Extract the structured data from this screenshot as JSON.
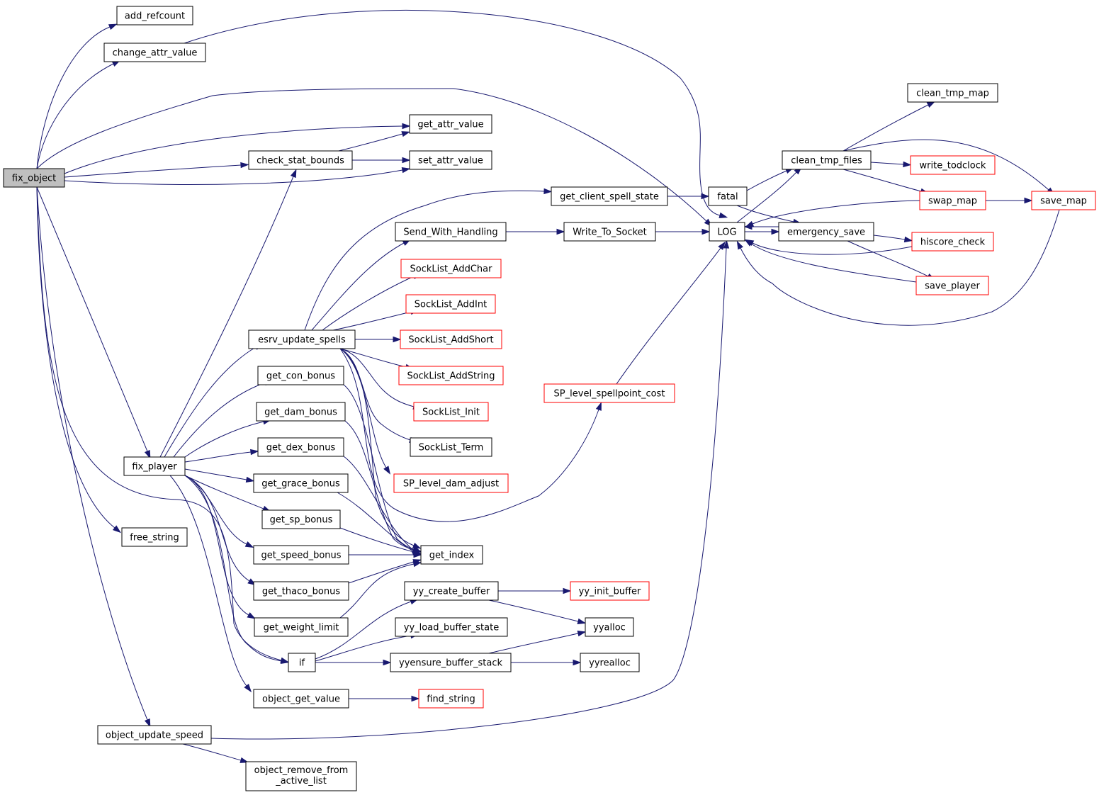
{
  "graph": {
    "nodes": [
      {
        "id": "fix_object",
        "label": "fix_object",
        "kind": "current"
      },
      {
        "id": "add_refcount",
        "label": "add_refcount",
        "kind": "normal"
      },
      {
        "id": "change_attr_value",
        "label": "change_attr_value",
        "kind": "normal"
      },
      {
        "id": "get_attr_value",
        "label": "get_attr_value",
        "kind": "normal"
      },
      {
        "id": "set_attr_value",
        "label": "set_attr_value",
        "kind": "normal"
      },
      {
        "id": "check_stat_bounds",
        "label": "check_stat_bounds",
        "kind": "normal"
      },
      {
        "id": "get_client_spell_state",
        "label": "get_client_spell_state",
        "kind": "normal"
      },
      {
        "id": "Send_With_Handling",
        "label": "Send_With_Handling",
        "kind": "normal"
      },
      {
        "id": "Write_To_Socket",
        "label": "Write_To_Socket",
        "kind": "normal"
      },
      {
        "id": "fatal",
        "label": "fatal",
        "kind": "normal"
      },
      {
        "id": "LOG",
        "label": "LOG",
        "kind": "normal"
      },
      {
        "id": "clean_tmp_map",
        "label": "clean_tmp_map",
        "kind": "normal"
      },
      {
        "id": "clean_tmp_files",
        "label": "clean_tmp_files",
        "kind": "normal"
      },
      {
        "id": "write_todclock",
        "label": "write_todclock",
        "kind": "truncated"
      },
      {
        "id": "swap_map",
        "label": "swap_map",
        "kind": "truncated"
      },
      {
        "id": "save_map",
        "label": "save_map",
        "kind": "truncated"
      },
      {
        "id": "emergency_save",
        "label": "emergency_save",
        "kind": "normal"
      },
      {
        "id": "hiscore_check",
        "label": "hiscore_check",
        "kind": "truncated"
      },
      {
        "id": "save_player",
        "label": "save_player",
        "kind": "truncated"
      },
      {
        "id": "SockList_AddChar",
        "label": "SockList_AddChar",
        "kind": "truncated"
      },
      {
        "id": "SockList_AddInt",
        "label": "SockList_AddInt",
        "kind": "truncated"
      },
      {
        "id": "esrv_update_spells",
        "label": "esrv_update_spells",
        "kind": "normal"
      },
      {
        "id": "SockList_AddShort",
        "label": "SockList_AddShort",
        "kind": "truncated"
      },
      {
        "id": "SockList_AddString",
        "label": "SockList_AddString",
        "kind": "truncated"
      },
      {
        "id": "get_con_bonus",
        "label": "get_con_bonus",
        "kind": "normal"
      },
      {
        "id": "SP_level_spellpoint_cost",
        "label": "SP_level_spellpoint_cost",
        "kind": "truncated"
      },
      {
        "id": "get_dam_bonus",
        "label": "get_dam_bonus",
        "kind": "normal"
      },
      {
        "id": "SockList_Init",
        "label": "SockList_Init",
        "kind": "truncated"
      },
      {
        "id": "get_dex_bonus",
        "label": "get_dex_bonus",
        "kind": "normal"
      },
      {
        "id": "SockList_Term",
        "label": "SockList_Term",
        "kind": "normal"
      },
      {
        "id": "fix_player",
        "label": "fix_player",
        "kind": "normal"
      },
      {
        "id": "get_grace_bonus",
        "label": "get_grace_bonus",
        "kind": "normal"
      },
      {
        "id": "SP_level_dam_adjust",
        "label": "SP_level_dam_adjust",
        "kind": "truncated"
      },
      {
        "id": "get_sp_bonus",
        "label": "get_sp_bonus",
        "kind": "normal"
      },
      {
        "id": "free_string",
        "label": "free_string",
        "kind": "normal"
      },
      {
        "id": "get_speed_bonus",
        "label": "get_speed_bonus",
        "kind": "normal"
      },
      {
        "id": "get_index",
        "label": "get_index",
        "kind": "normal"
      },
      {
        "id": "get_thaco_bonus",
        "label": "get_thaco_bonus",
        "kind": "normal"
      },
      {
        "id": "yy_create_buffer",
        "label": "yy_create_buffer",
        "kind": "normal"
      },
      {
        "id": "yy_init_buffer",
        "label": "yy_init_buffer",
        "kind": "truncated"
      },
      {
        "id": "get_weight_limit",
        "label": "get_weight_limit",
        "kind": "normal"
      },
      {
        "id": "yy_load_buffer_state",
        "label": "yy_load_buffer_state",
        "kind": "normal"
      },
      {
        "id": "yyalloc",
        "label": "yyalloc",
        "kind": "normal"
      },
      {
        "id": "if",
        "label": "if",
        "kind": "normal"
      },
      {
        "id": "yyensure_buffer_stack",
        "label": "yyensure_buffer_stack",
        "kind": "normal"
      },
      {
        "id": "yyrealloc",
        "label": "yyrealloc",
        "kind": "normal"
      },
      {
        "id": "object_get_value",
        "label": "object_get_value",
        "kind": "normal"
      },
      {
        "id": "find_string",
        "label": "find_string",
        "kind": "truncated"
      },
      {
        "id": "object_update_speed",
        "label": "object_update_speed",
        "kind": "normal"
      },
      {
        "id": "object_remove_from_active_list",
        "label": "object_remove_from",
        "label2": "_active_list",
        "kind": "normal"
      }
    ],
    "edges": [
      [
        "fix_object",
        "add_refcount"
      ],
      [
        "fix_object",
        "change_attr_value"
      ],
      [
        "fix_object",
        "LOG"
      ],
      [
        "fix_object",
        "get_attr_value"
      ],
      [
        "fix_object",
        "check_stat_bounds"
      ],
      [
        "fix_object",
        "set_attr_value"
      ],
      [
        "fix_object",
        "fix_player"
      ],
      [
        "fix_object",
        "if"
      ],
      [
        "fix_object",
        "free_string"
      ],
      [
        "fix_object",
        "object_update_speed"
      ],
      [
        "change_attr_value",
        "LOG"
      ],
      [
        "check_stat_bounds",
        "get_attr_value"
      ],
      [
        "check_stat_bounds",
        "set_attr_value"
      ],
      [
        "get_client_spell_state",
        "fatal"
      ],
      [
        "Send_With_Handling",
        "Write_To_Socket"
      ],
      [
        "Write_To_Socket",
        "LOG"
      ],
      [
        "fatal",
        "clean_tmp_files"
      ],
      [
        "fatal",
        "emergency_save"
      ],
      [
        "LOG",
        "clean_tmp_files"
      ],
      [
        "LOG",
        "emergency_save"
      ],
      [
        "clean_tmp_files",
        "clean_tmp_map"
      ],
      [
        "clean_tmp_files",
        "write_todclock"
      ],
      [
        "clean_tmp_files",
        "swap_map"
      ],
      [
        "clean_tmp_files",
        "save_map"
      ],
      [
        "swap_map",
        "LOG"
      ],
      [
        "swap_map",
        "save_map"
      ],
      [
        "save_map",
        "LOG"
      ],
      [
        "emergency_save",
        "LOG"
      ],
      [
        "emergency_save",
        "hiscore_check"
      ],
      [
        "emergency_save",
        "save_player"
      ],
      [
        "hiscore_check",
        "LOG"
      ],
      [
        "save_player",
        "LOG"
      ],
      [
        "esrv_update_spells",
        "get_client_spell_state"
      ],
      [
        "esrv_update_spells",
        "Send_With_Handling"
      ],
      [
        "esrv_update_spells",
        "SockList_AddChar"
      ],
      [
        "esrv_update_spells",
        "SockList_AddInt"
      ],
      [
        "esrv_update_spells",
        "SockList_AddShort"
      ],
      [
        "esrv_update_spells",
        "SockList_AddString"
      ],
      [
        "esrv_update_spells",
        "SockList_Init"
      ],
      [
        "esrv_update_spells",
        "SockList_Term"
      ],
      [
        "esrv_update_spells",
        "SP_level_dam_adjust"
      ],
      [
        "esrv_update_spells",
        "SP_level_spellpoint_cost"
      ],
      [
        "esrv_update_spells",
        "get_index"
      ],
      [
        "SP_level_spellpoint_cost",
        "LOG"
      ],
      [
        "fix_player",
        "check_stat_bounds"
      ],
      [
        "fix_player",
        "esrv_update_spells"
      ],
      [
        "fix_player",
        "get_con_bonus"
      ],
      [
        "fix_player",
        "get_dam_bonus"
      ],
      [
        "fix_player",
        "get_dex_bonus"
      ],
      [
        "fix_player",
        "get_grace_bonus"
      ],
      [
        "fix_player",
        "get_sp_bonus"
      ],
      [
        "fix_player",
        "get_speed_bonus"
      ],
      [
        "fix_player",
        "get_thaco_bonus"
      ],
      [
        "fix_player",
        "get_weight_limit"
      ],
      [
        "fix_player",
        "if"
      ],
      [
        "fix_player",
        "object_get_value"
      ],
      [
        "get_con_bonus",
        "get_index"
      ],
      [
        "get_dam_bonus",
        "get_index"
      ],
      [
        "get_dex_bonus",
        "get_index"
      ],
      [
        "get_grace_bonus",
        "get_index"
      ],
      [
        "get_sp_bonus",
        "get_index"
      ],
      [
        "get_speed_bonus",
        "get_index"
      ],
      [
        "get_thaco_bonus",
        "get_index"
      ],
      [
        "get_weight_limit",
        "get_index"
      ],
      [
        "if",
        "yy_create_buffer"
      ],
      [
        "if",
        "yy_load_buffer_state"
      ],
      [
        "if",
        "yyensure_buffer_stack"
      ],
      [
        "yy_create_buffer",
        "yy_init_buffer"
      ],
      [
        "yy_create_buffer",
        "yyalloc"
      ],
      [
        "yyensure_buffer_stack",
        "yyalloc"
      ],
      [
        "yyensure_buffer_stack",
        "yyrealloc"
      ],
      [
        "object_get_value",
        "find_string"
      ],
      [
        "object_update_speed",
        "LOG"
      ],
      [
        "object_update_speed",
        "object_remove_from_active_list"
      ]
    ]
  }
}
